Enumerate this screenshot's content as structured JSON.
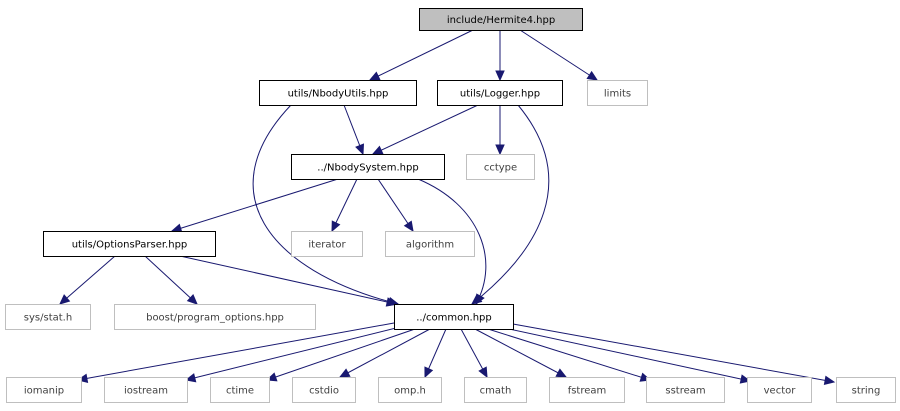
{
  "colors": {
    "edge": "#191970",
    "root_fill": "#bfbfbf",
    "root_stroke": "#000000",
    "local_stroke": "#000000",
    "system_stroke": "#bfbfbf",
    "local_text": "#000000",
    "system_text": "#3f3f3f"
  },
  "nodes": [
    {
      "id": "hermite4",
      "label": "include/Hermite4.hpp",
      "kind": "root"
    },
    {
      "id": "nbodyutils",
      "label": "utils/NbodyUtils.hpp",
      "kind": "local"
    },
    {
      "id": "logger",
      "label": "utils/Logger.hpp",
      "kind": "local"
    },
    {
      "id": "limits",
      "label": "limits",
      "kind": "system"
    },
    {
      "id": "nbodysystem",
      "label": "../NbodySystem.hpp",
      "kind": "local"
    },
    {
      "id": "cctype",
      "label": "cctype",
      "kind": "system"
    },
    {
      "id": "optionsparser",
      "label": "utils/OptionsParser.hpp",
      "kind": "local"
    },
    {
      "id": "iterator",
      "label": "iterator",
      "kind": "system"
    },
    {
      "id": "algorithm",
      "label": "algorithm",
      "kind": "system"
    },
    {
      "id": "sysstat",
      "label": "sys/stat.h",
      "kind": "system"
    },
    {
      "id": "boostpo",
      "label": "boost/program_options.hpp",
      "kind": "system"
    },
    {
      "id": "common",
      "label": "../common.hpp",
      "kind": "local"
    },
    {
      "id": "iomanip",
      "label": "iomanip",
      "kind": "system"
    },
    {
      "id": "iostream",
      "label": "iostream",
      "kind": "system"
    },
    {
      "id": "ctime",
      "label": "ctime",
      "kind": "system"
    },
    {
      "id": "cstdio",
      "label": "cstdio",
      "kind": "system"
    },
    {
      "id": "omp",
      "label": "omp.h",
      "kind": "system"
    },
    {
      "id": "cmath",
      "label": "cmath",
      "kind": "system"
    },
    {
      "id": "fstream",
      "label": "fstream",
      "kind": "system"
    },
    {
      "id": "sstream",
      "label": "sstream",
      "kind": "system"
    },
    {
      "id": "vector",
      "label": "vector",
      "kind": "system"
    },
    {
      "id": "string",
      "label": "string",
      "kind": "system"
    }
  ],
  "edges": [
    {
      "from": "hermite4",
      "to": "nbodyutils"
    },
    {
      "from": "hermite4",
      "to": "logger"
    },
    {
      "from": "hermite4",
      "to": "limits"
    },
    {
      "from": "nbodyutils",
      "to": "nbodysystem"
    },
    {
      "from": "nbodyutils",
      "to": "common"
    },
    {
      "from": "logger",
      "to": "nbodysystem"
    },
    {
      "from": "logger",
      "to": "cctype"
    },
    {
      "from": "logger",
      "to": "common"
    },
    {
      "from": "nbodysystem",
      "to": "optionsparser"
    },
    {
      "from": "nbodysystem",
      "to": "iterator"
    },
    {
      "from": "nbodysystem",
      "to": "algorithm"
    },
    {
      "from": "nbodysystem",
      "to": "common"
    },
    {
      "from": "optionsparser",
      "to": "sysstat"
    },
    {
      "from": "optionsparser",
      "to": "boostpo"
    },
    {
      "from": "optionsparser",
      "to": "common"
    },
    {
      "from": "common",
      "to": "iomanip"
    },
    {
      "from": "common",
      "to": "iostream"
    },
    {
      "from": "common",
      "to": "ctime"
    },
    {
      "from": "common",
      "to": "cstdio"
    },
    {
      "from": "common",
      "to": "omp"
    },
    {
      "from": "common",
      "to": "cmath"
    },
    {
      "from": "common",
      "to": "fstream"
    },
    {
      "from": "common",
      "to": "sstream"
    },
    {
      "from": "common",
      "to": "vector"
    },
    {
      "from": "common",
      "to": "string"
    }
  ]
}
